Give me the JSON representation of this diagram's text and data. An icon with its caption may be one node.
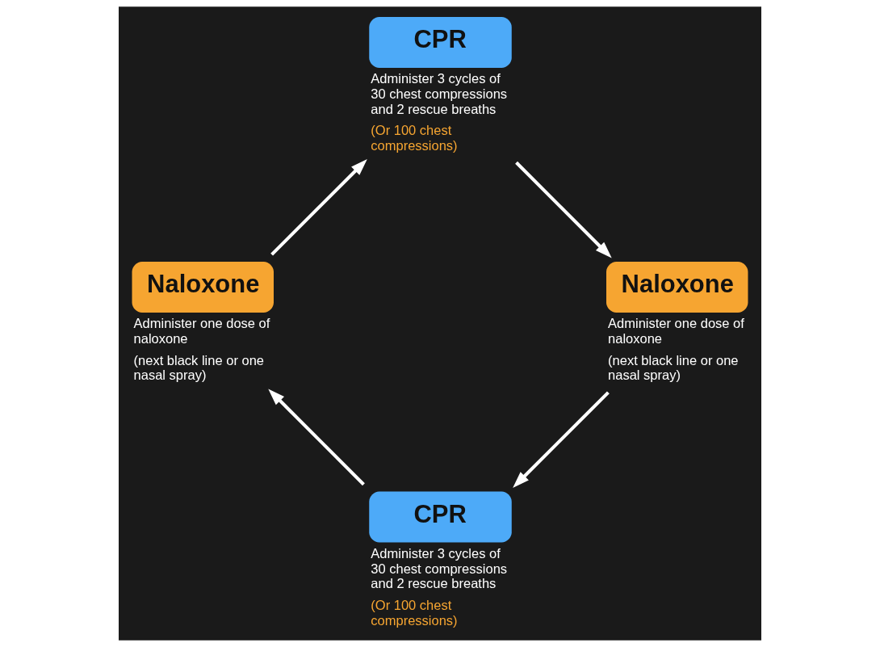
{
  "diagram": {
    "nodes": [
      {
        "text": [
          "CPR"
        ],
        "beside": [
          "Administer 3 cycles of 30 chest compressions and 2 rescue breaths",
          "(Or 100 chest compressions)"
        ]
      },
      {
        "text": [
          "Naloxone"
        ],
        "beside": [
          "Administer one dose of naloxone",
          "(next black line or one nasal spray)"
        ]
      },
      {
        "text": [
          "CPR"
        ],
        "beside": [
          "Administer 3 cycles of 30 chest compressions and 2 rescue breaths",
          "(Or 100 chest compressions)"
        ]
      },
      {
        "text": [
          "Naloxone"
        ],
        "beside": [
          "Administer one dose of naloxone",
          "(next black line or one nasal spray)"
        ]
      }
    ],
    "edges": [
      {
        "from": 0,
        "to": 1,
        "arrow": "to"
      },
      {
        "from": 1,
        "to": 2,
        "arrow": "to"
      },
      {
        "from": 2,
        "to": 3,
        "arrow": "to"
      },
      {
        "from": 3,
        "to": 0,
        "arrow": "to"
      }
    ]
  }
}
